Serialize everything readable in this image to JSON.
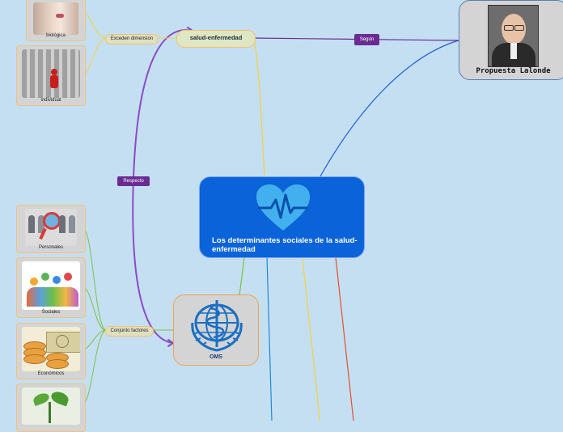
{
  "central": {
    "title": "Los determinantes sociales de la salud-enfermedad",
    "icon": "heart-pulse-icon"
  },
  "nodes": {
    "salud_enfermedad": "salud-enfermedad",
    "exceden_dimension": "Exceden dimension",
    "conjunto_factores": "Conjunto factores",
    "oms": "OMS",
    "propuesta_lalonde": "Propuesta Lalonde"
  },
  "labels": {
    "respecto": "Respecto",
    "segun": "Según"
  },
  "cards": {
    "biologica": "biológica",
    "individual": "individual",
    "personales": "Personales",
    "sociales": "Sociales",
    "economicos": "Económicos"
  },
  "colors": {
    "background": "#c5dff2",
    "central": "#0a63d8",
    "tag": "#6a2c91",
    "connector_yellow": "#f2d23c",
    "connector_blue": "#1c5fd6",
    "connector_red": "#e2502b",
    "connector_green": "#7ac143"
  }
}
